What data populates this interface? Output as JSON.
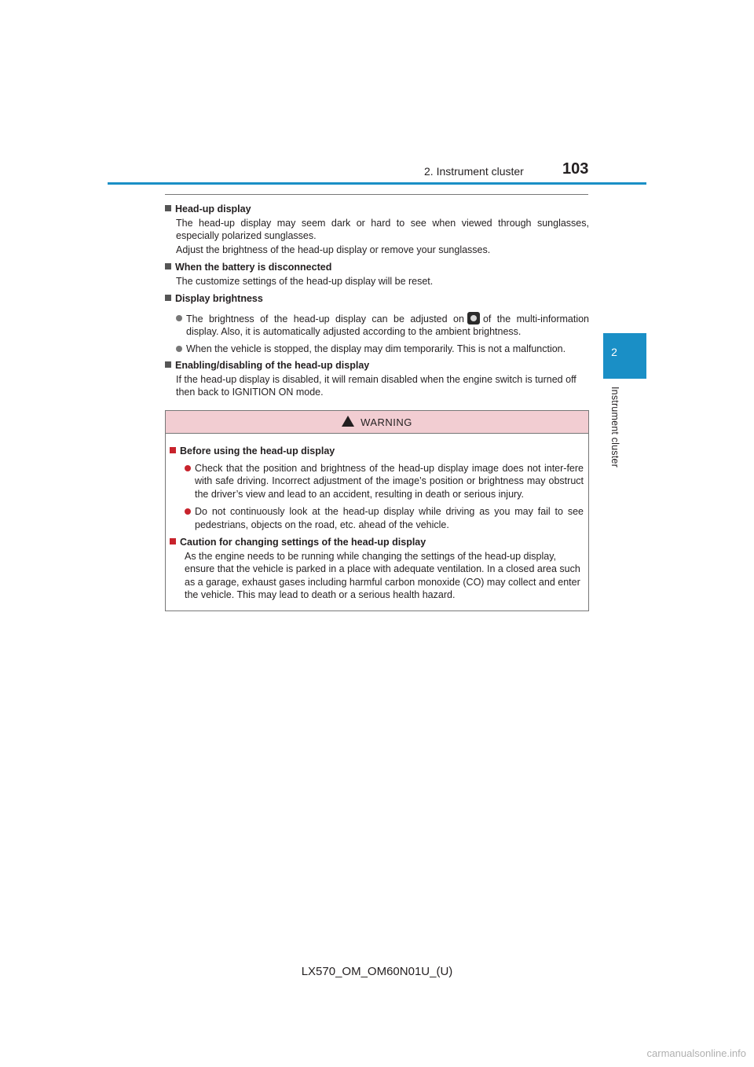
{
  "header": {
    "section_title": "2. Instrument cluster",
    "page_number": "103",
    "tab_number": "2",
    "tab_label": "Instrument cluster"
  },
  "sections": [
    {
      "title": "Head-up display",
      "paragraphs": [
        "The head-up display may seem dark or hard to see when viewed through sunglasses, especially polarized sunglasses.",
        "Adjust the brightness of the head-up display or remove your sunglasses."
      ]
    },
    {
      "title": "When the battery is disconnected",
      "paragraphs": [
        "The customize settings of the head-up display will be reset."
      ]
    },
    {
      "title": "Display brightness",
      "bullets": [
        {
          "before": "The brightness of the head-up display can be adjusted on",
          "after": "of the multi-information display. Also, it is automatically adjusted according to the ambient brightness."
        },
        {
          "text": "When the vehicle is stopped, the display may dim temporarily. This is not a malfunction."
        }
      ]
    },
    {
      "title": "Enabling/disabling of the head-up display",
      "paragraphs": [
        "If the head-up display is disabled, it will remain disabled when the engine switch is turned off then back to IGNITION ON mode."
      ]
    }
  ],
  "warning": {
    "label": "WARNING",
    "sections": [
      {
        "title": "Before using the head-up display",
        "bullets": [
          "Check that the position and brightness of the head-up display image does not inter-fere with safe driving. Incorrect adjustment of the image’s position or brightness may obstruct the driver’s view and lead to an accident, resulting in death or serious injury.",
          "Do not continuously look at the head-up display while driving as you may fail to see pedestrians, objects on the road, etc. ahead of the vehicle."
        ]
      },
      {
        "title": "Caution for changing settings of the head-up display",
        "paragraph": "As the engine needs to be running while changing the settings of the head-up display, ensure that the vehicle is parked in a place with adequate ventilation. In a closed area such as a garage, exhaust gases including harmful carbon monoxide (CO) may collect and enter the vehicle. This may lead to death or a serious health hazard."
      }
    ]
  },
  "footer": "LX570_OM_OM60N01U_(U)",
  "watermark": "carmanualsonline.info",
  "colors": {
    "accent": "#1a8fc6",
    "warning_band": "#f2cdd2",
    "warning_marker": "#c8232c"
  },
  "icons": {
    "brightness": "gear-settings-icon",
    "warning": "warning-triangle-icon"
  }
}
